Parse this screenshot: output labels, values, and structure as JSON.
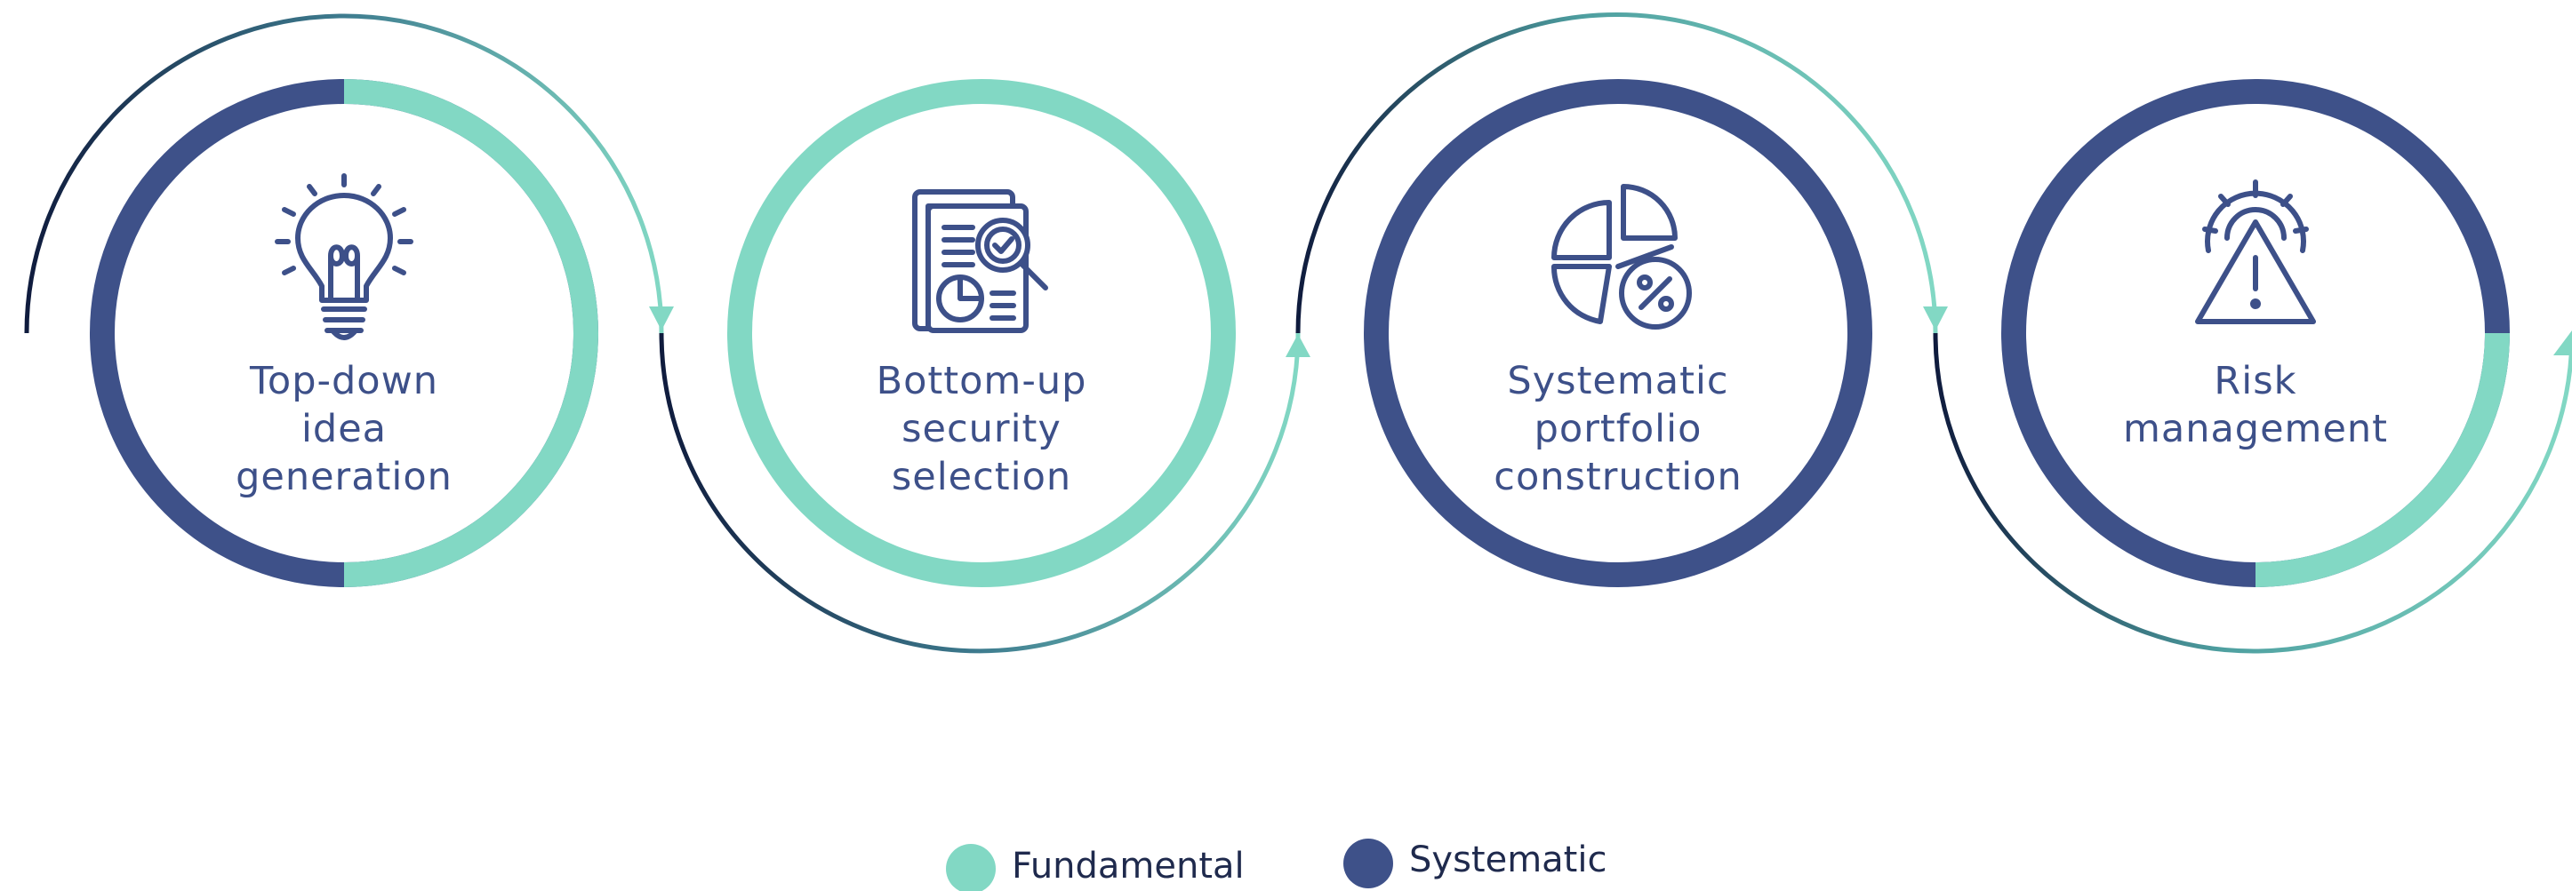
{
  "colors": {
    "fundamental": "#82d8c4",
    "systematic": "#3e5189",
    "text": "#3d5089",
    "connector_dark": "#0f1b3d",
    "legend_text": "#1f2a4d"
  },
  "steps": [
    {
      "lines": [
        "Top-down",
        "idea",
        "generation"
      ],
      "icon": "lightbulb-icon",
      "fundamental_share": 0.5
    },
    {
      "lines": [
        "Bottom-up",
        "security",
        "selection"
      ],
      "icon": "document-search-icon",
      "fundamental_share": 1.0
    },
    {
      "lines": [
        "Systematic",
        "portfolio",
        "construction"
      ],
      "icon": "pie-chart-percent-icon",
      "fundamental_share": 0.0
    },
    {
      "lines": [
        "Risk",
        "management"
      ],
      "icon": "gear-warning-icon",
      "fundamental_share": 0.25
    }
  ],
  "legend": [
    {
      "label": "Fundamental",
      "color_key": "fundamental"
    },
    {
      "label": "Systematic",
      "color_key": "systematic"
    }
  ]
}
